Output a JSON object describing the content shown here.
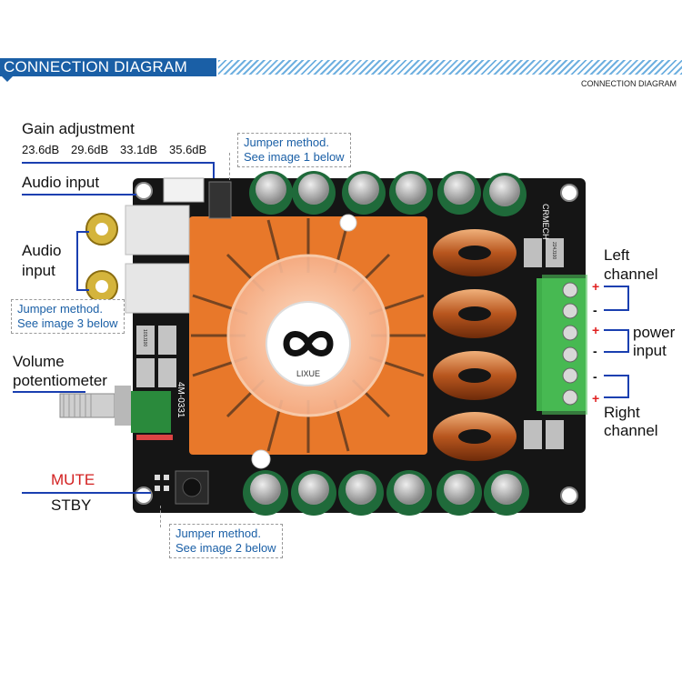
{
  "header": {
    "title": "CONNECTION DIAGRAM",
    "subtitle": "CONNECTION DIAGRAM"
  },
  "labels": {
    "gain_adjustment": "Gain adjustment",
    "gain_values": [
      "23.6dB",
      "29.6dB",
      "33.1dB",
      "35.6dB"
    ],
    "audio_input_top": "Audio input",
    "audio_input_side_1": "Audio",
    "audio_input_side_2": "input",
    "volume_1": "Volume",
    "volume_2": "potentiometer",
    "mute": "MUTE",
    "stby": "STBY",
    "left_channel_1": "Left",
    "left_channel_2": "channel",
    "power_input_1": "power",
    "power_input_2": "input",
    "right_channel_1": "Right",
    "right_channel_2": "channel"
  },
  "notes": {
    "jumper1_line1": "Jumper method.",
    "jumper1_line2": "See image 1 below",
    "jumper2_line1": "Jumper method.",
    "jumper2_line2": "See image 2 below",
    "jumper3_line1": "Jumper method.",
    "jumper3_line2": "See image 3 below"
  },
  "terminal_polarity": [
    "+",
    "-",
    "+",
    "-",
    "-",
    "+"
  ],
  "board": {
    "brand": "CRMECH",
    "fan_text": "LIXUE",
    "model": "4M-0331",
    "resistor_code_a": "103J100",
    "resistor_code_b": "224J100"
  },
  "colors": {
    "accent": "#1a5fa6",
    "board": "#151515",
    "heatsink": "#e8782a",
    "terminal": "#3fae4a",
    "mute_label": "#d32020"
  }
}
